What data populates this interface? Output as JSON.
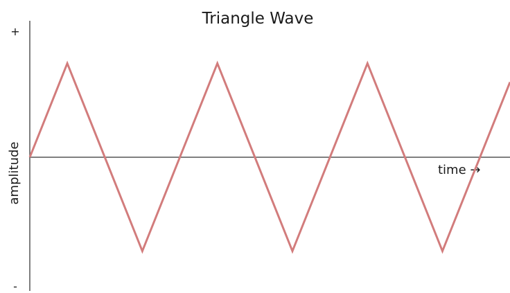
{
  "chart_data": {
    "type": "line",
    "title": "Triangle Wave",
    "xlabel": "time →",
    "ylabel": "amplitude",
    "y_tick_labels": {
      "top": "+",
      "bottom": "-"
    },
    "xlim": [
      0,
      12.8
    ],
    "ylim": [
      -1.38,
      1.38
    ],
    "grid": false,
    "series": [
      {
        "color": "#d27c7c",
        "x": [
          0,
          1,
          3,
          5,
          7,
          9,
          11,
          12.8
        ],
        "y": [
          0,
          1,
          -1,
          1,
          -1,
          1,
          -1,
          0.8
        ]
      }
    ],
    "axis_color": "#555555"
  }
}
